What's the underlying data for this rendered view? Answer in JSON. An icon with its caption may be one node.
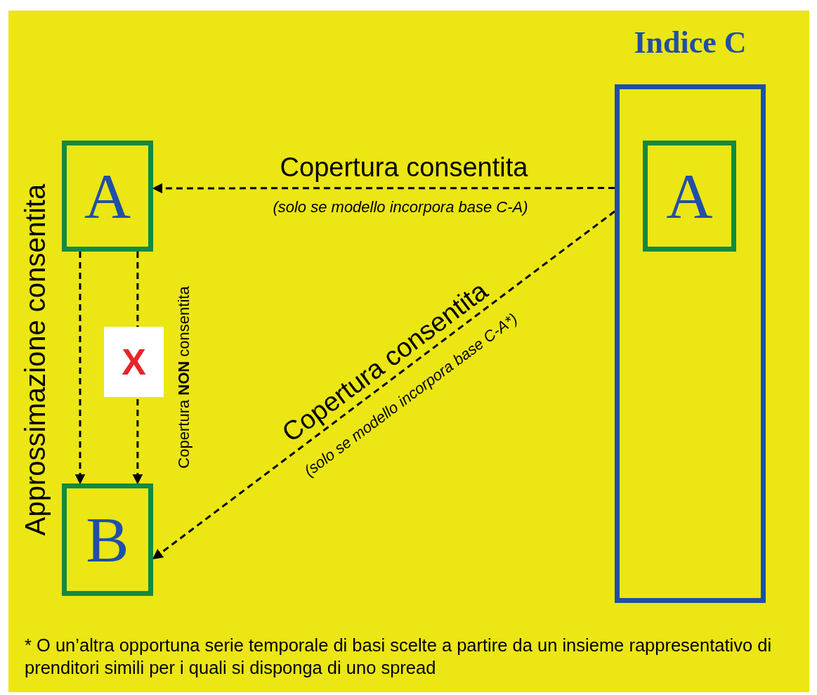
{
  "diagram": {
    "nodes": [
      {
        "text": [
          "Indice C"
        ]
      },
      {
        "text": [
          "A"
        ],
        "in": 0
      },
      {
        "text": [
          "A"
        ]
      },
      {
        "text": [
          "B"
        ]
      }
    ],
    "edges": [
      {
        "from": 0,
        "to": 2,
        "arrow": "to",
        "style": "dashed",
        "label": "Copertura consentita"
      },
      {
        "from": 2,
        "to": 3,
        "arrow": "to",
        "style": "dashed"
      },
      {
        "from": 2,
        "to": 3,
        "arrow": "to",
        "style": "dashed",
        "label": "X"
      },
      {
        "from": 0,
        "to": 3,
        "arrow": "to",
        "style": "dashed",
        "label": "Copertura consentita"
      }
    ],
    "labels": [
      "(solo se modello incorpora base C-A)",
      "Approssimazione consentita",
      "Copertura **NON** consentita",
      "(solo se modello incorpora base C-A*)",
      "* O un’altra opportuna serie temporale di basi scelte a partire da un insieme rappresentativo di prenditori simili per i quali si disponga di uno spread"
    ]
  }
}
